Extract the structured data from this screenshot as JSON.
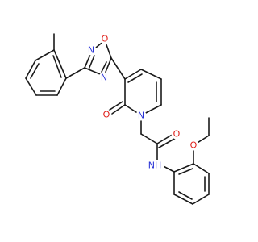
{
  "colors": {
    "background": "#ffffff",
    "bond": "#1a1a1a",
    "nitrogen": "#2a33d6",
    "oxygen": "#e0201b"
  },
  "atoms": {
    "oxadiazole_o": {
      "symbol": "O",
      "color": "#e0201b"
    },
    "oxadiazole_n_top": {
      "symbol": "N",
      "color": "#2a33d6"
    },
    "oxadiazole_n_bottom": {
      "symbol": "N",
      "color": "#2a33d6"
    },
    "pyridinone_n": {
      "symbol": "N",
      "color": "#2a33d6"
    },
    "pyridinone_o": {
      "symbol": "O",
      "color": "#e0201b"
    },
    "amide_o": {
      "symbol": "O",
      "color": "#e0201b"
    },
    "amide_nh": {
      "symbol": "NH",
      "color": "#2a33d6"
    },
    "ether_o": {
      "symbol": "O",
      "color": "#e0201b"
    }
  }
}
